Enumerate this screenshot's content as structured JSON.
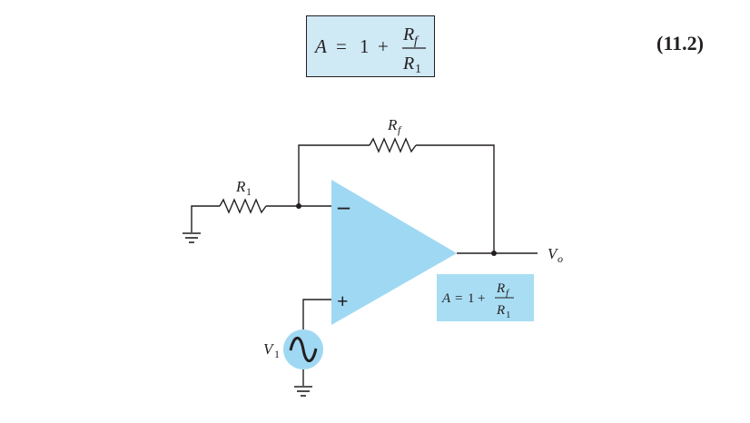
{
  "equation": {
    "lhs": "A",
    "equals": "=",
    "one": "1",
    "plus": "+",
    "num_main": "R",
    "num_sub": "f",
    "den_main": "R",
    "den_sub": "1",
    "number": "(11.2)"
  },
  "circuit": {
    "rf_label": "R",
    "rf_sub": "f",
    "r1_label": "R",
    "r1_sub": "1",
    "minus_sign": "–",
    "plus_sign": "+",
    "vo_label": "V",
    "vo_sub": "o",
    "v1_label": "V",
    "v1_sub": "1",
    "gain_lhs": "A",
    "gain_equals": "=",
    "gain_one": "1",
    "gain_plus": "+",
    "gain_num_main": "R",
    "gain_num_sub": "f",
    "gain_den_main": "R",
    "gain_den_sub": "1"
  },
  "colors": {
    "opamp_fill": "#9fd8f3",
    "eq_box_fill": "#cfe9f5",
    "gain_box_fill": "#a9ddf4",
    "wire": "#231f20"
  }
}
